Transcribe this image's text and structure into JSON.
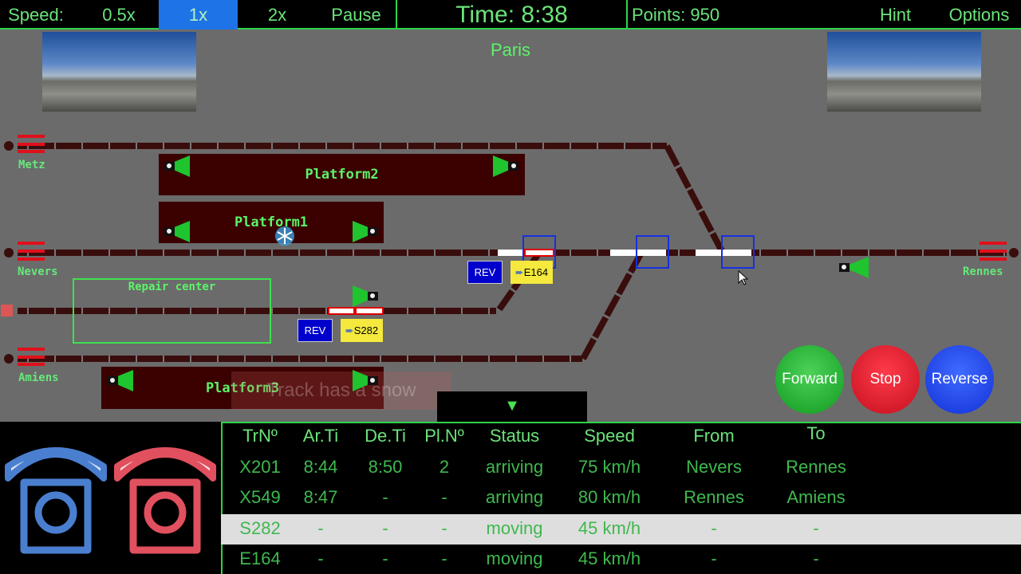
{
  "topbar": {
    "speed_label": "Speed:",
    "speed_half": "0.5x",
    "speed_1x": "1x",
    "speed_2x": "2x",
    "pause": "Pause",
    "time": "Time: 8:38",
    "points": "Points: 950",
    "hint": "Hint",
    "options": "Options"
  },
  "map": {
    "city": "Paris",
    "endpoints": {
      "metz": "Metz",
      "nevers": "Nevers",
      "amiens": "Amiens",
      "rennes": "Rennes"
    },
    "platforms": {
      "p2": "Platform2",
      "p1": "Platform1",
      "p3": "Platform3"
    },
    "repair_center": "Repair center",
    "toast": "Track has a snow",
    "trains": [
      {
        "id": "E164",
        "rev": "REV"
      },
      {
        "id": "S282",
        "rev": "REV"
      }
    ],
    "collapse_arrow": "▼"
  },
  "controls": {
    "forward": "Forward",
    "stop": "Stop",
    "reverse": "Reverse"
  },
  "table": {
    "headers": [
      "TrNº",
      "Ar.Ti",
      "De.Ti",
      "Pl.Nº",
      "Status",
      "Speed",
      "From",
      "To"
    ],
    "rows": [
      [
        "X201",
        "8:44",
        "8:50",
        "2",
        "arriving",
        "75 km/h",
        "Nevers",
        "Rennes"
      ],
      [
        "X549",
        "8:47",
        "-",
        "-",
        "arriving",
        "80 km/h",
        "Rennes",
        "Amiens"
      ],
      [
        "S282",
        "-",
        "-",
        "-",
        "moving",
        "45 km/h",
        "-",
        "-"
      ],
      [
        "E164",
        "-",
        "-",
        "-",
        "moving",
        "45 km/h",
        "-",
        "-"
      ]
    ],
    "highlighted_row": 2
  },
  "phones": {
    "accept": "phone-accept-icon",
    "decline": "phone-decline-icon",
    "accept_color": "#4a7fd0",
    "decline_color": "#e0505e"
  }
}
